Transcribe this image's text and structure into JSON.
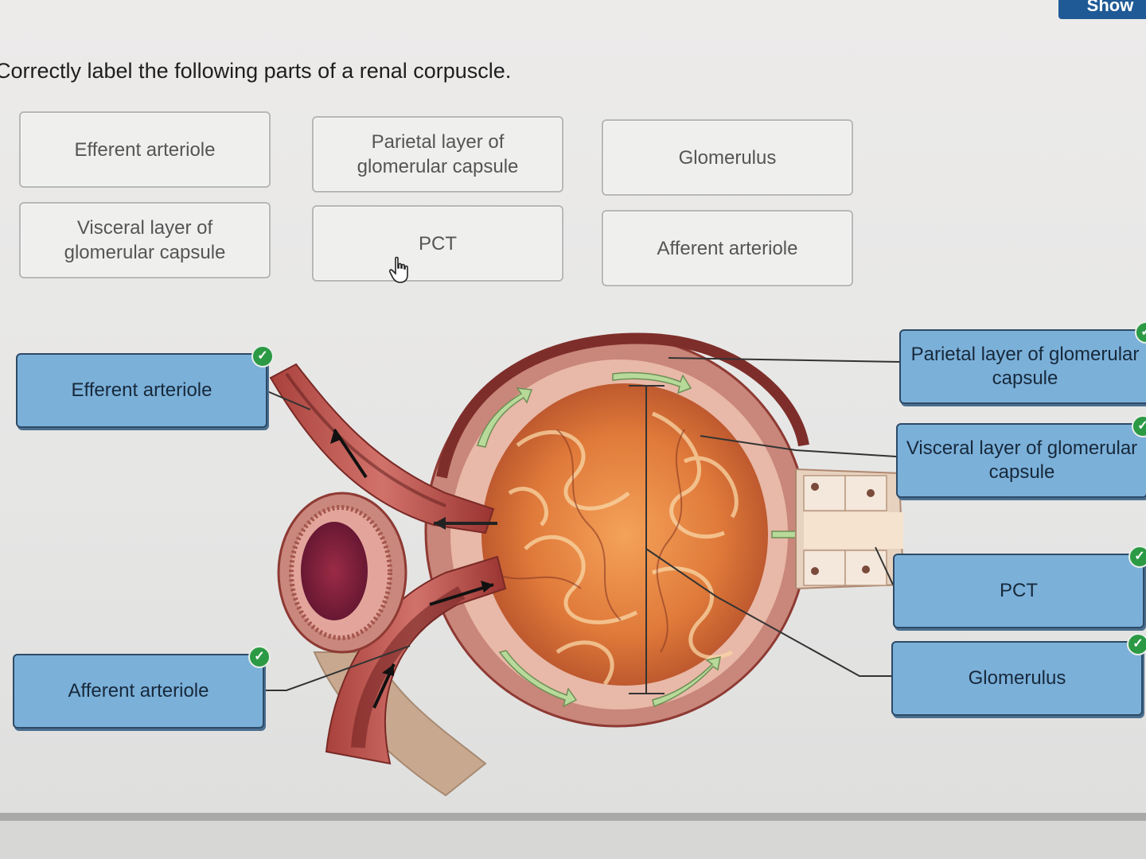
{
  "header": {
    "button_label": "Show",
    "question": "Correctly label the following parts of a renal corpuscle."
  },
  "label_bank": [
    "Efferent arteriole",
    "Parietal layer of glomerular capsule",
    "Glomerulus",
    "Visceral layer of glomerular capsule",
    "PCT",
    "Afferent arteriole"
  ],
  "placed_labels": {
    "efferent": "Efferent arteriole",
    "afferent": "Afferent arteriole",
    "parietal": "Parietal layer of glomerular capsule",
    "visceral": "Visceral layer of glomerular capsule",
    "pct": "PCT",
    "glomerulus": "Glomerulus"
  },
  "status": {
    "correct_icon": "check-circle-icon",
    "color": "#2c9a45"
  },
  "colors": {
    "label_fill": "#7bb0d9",
    "label_border": "#2d4a66",
    "accent": "#1f5a96"
  }
}
